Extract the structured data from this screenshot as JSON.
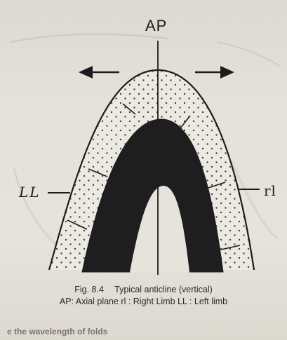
{
  "figure": {
    "labels": {
      "axial_plane": "AP",
      "left_limb": "LL",
      "right_limb": "rl"
    },
    "caption": {
      "number": "Fig. 8.4",
      "title": "Typical anticline (vertical)",
      "legend": "AP: Axial plane rl : Right Limb LL : Left limb"
    }
  },
  "background_text": {
    "bottom_heading": "e the wavelength of folds"
  },
  "colors": {
    "ink": "#1c1c1c",
    "paper": "#e6e3dc",
    "dotted_layer": "#ece9e2"
  }
}
